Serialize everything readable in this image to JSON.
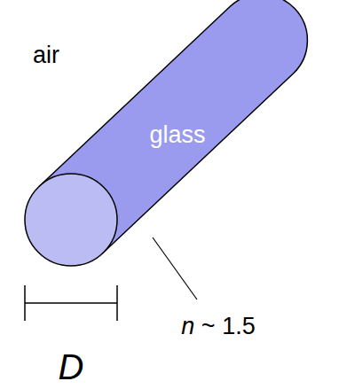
{
  "diagram": {
    "nodes": [
      {
        "text": [
          "glass"
        ]
      }
    ],
    "labels": [
      "air",
      "n ~ 1.5",
      "D"
    ]
  }
}
